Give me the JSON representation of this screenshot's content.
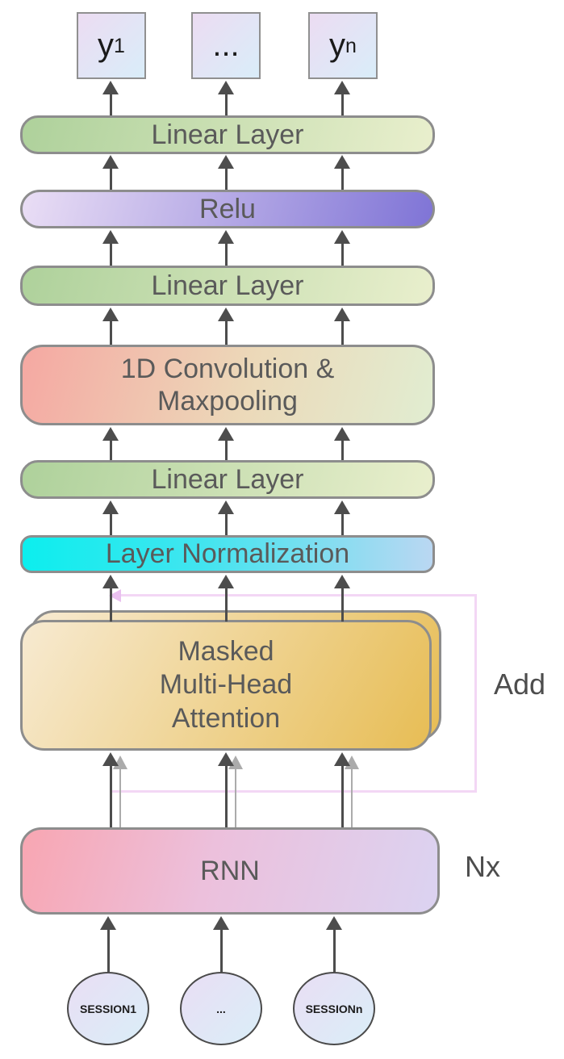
{
  "diagram": {
    "outputs": [
      {
        "base": "y",
        "sub": "1"
      },
      {
        "base": "...",
        "sub": ""
      },
      {
        "base": "y",
        "sub": "n"
      }
    ],
    "layers": {
      "linear_top": "Linear Layer",
      "relu": "Relu",
      "linear_mid": "Linear Layer",
      "conv": {
        "line1": "1D Convolution &",
        "line2": "Maxpooling"
      },
      "linear_bottom": "Linear Layer",
      "layer_norm": "Layer Normalization",
      "attention": {
        "line1": "Masked",
        "line2": "Multi-Head",
        "line3": "Attention"
      },
      "rnn": "RNN"
    },
    "annotations": {
      "add": "Add",
      "nx": "Nx"
    },
    "inputs": [
      {
        "label": "SESSION1"
      },
      {
        "label": "..."
      },
      {
        "label": "SESSIONn"
      }
    ],
    "colors": {
      "arrow": "#4d4d4d",
      "arrow_light": "#ababab",
      "skip_line": "#f3d7f5",
      "skip_arrowhead": "#e9c0ef",
      "box_border": "#8d8d8d",
      "label_text": "#5a5a5a",
      "linear_gradient": [
        "#aed19b",
        "#e9efcd"
      ],
      "relu_gradient": [
        "#eadef5",
        "#7f74d6"
      ],
      "conv_gradient": [
        "#f5a8a2",
        "#e1edd1"
      ],
      "layer_norm_gradient": [
        "#0ceeee",
        "#bad7f2"
      ],
      "attention_gradient": [
        "#f7ead1",
        "#e7bd55"
      ],
      "rnn_gradient": [
        "#f8a6b2",
        "#dbd3f1"
      ],
      "output_box_gradient": [
        "#ecdcf2",
        "#d9edf9"
      ],
      "input_node_gradient": [
        "#e9def4",
        "#daeef8"
      ]
    }
  }
}
